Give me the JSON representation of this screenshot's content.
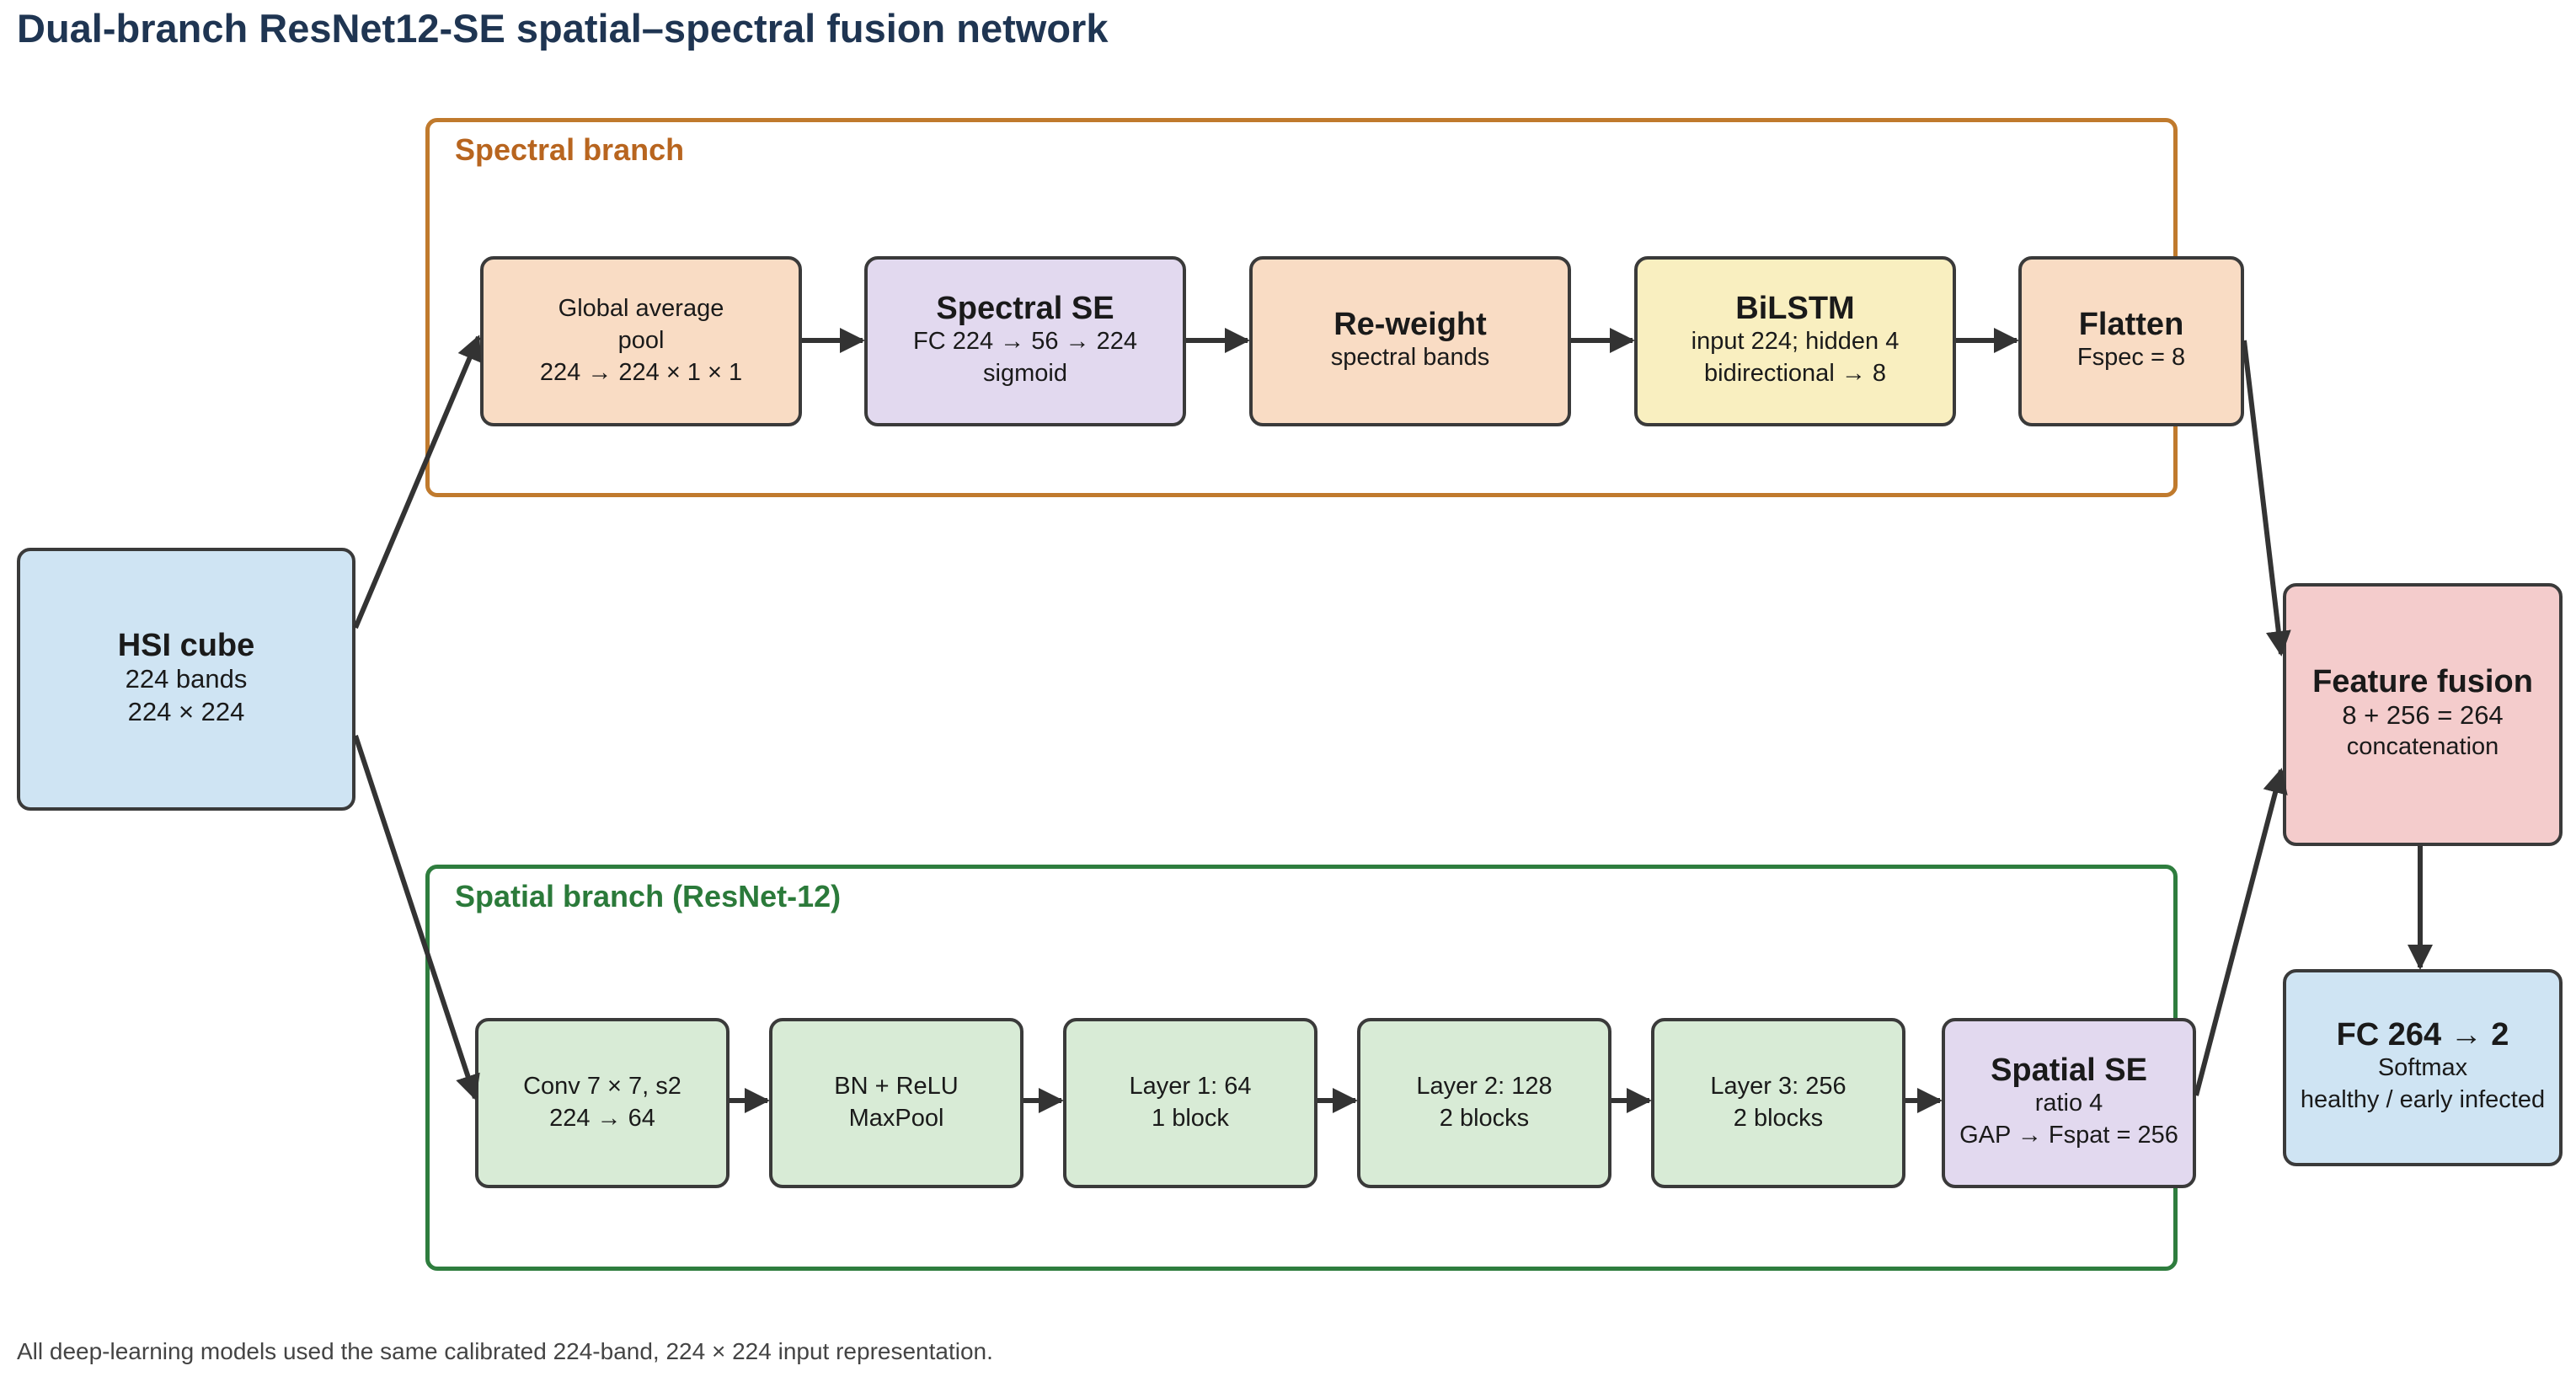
{
  "title": "Dual-branch ResNet12-SE spatial–spectral fusion network",
  "footnote": "All deep-learning models used the same calibrated 224-band, 224 × 224 input representation.",
  "input": {
    "title": "HSI cube",
    "line1": "224 bands",
    "line2": "224 × 224"
  },
  "spectral_branch": {
    "label": "Spectral branch",
    "gap": {
      "line1": "Global average",
      "line2": "pool",
      "line3": "224 → 224 × 1 × 1"
    },
    "se": {
      "title": "Spectral SE",
      "line1": "FC 224 → 56 → 224",
      "line2": "sigmoid"
    },
    "reweight": {
      "title": "Re-weight",
      "line1": "spectral bands"
    },
    "bilstm": {
      "title": "BiLSTM",
      "line1": "input 224; hidden 4",
      "line2": "bidirectional → 8"
    },
    "flatten": {
      "title": "Flatten",
      "line1": "Fspec = 8"
    }
  },
  "spatial_branch": {
    "label": "Spatial branch (ResNet-12)",
    "conv": {
      "line1": "Conv 7 × 7, s2",
      "line2": "224 → 64"
    },
    "bn": {
      "line1": "BN + ReLU",
      "line2": "MaxPool"
    },
    "layer1": {
      "line1": "Layer 1: 64",
      "line2": "1 block"
    },
    "layer2": {
      "line1": "Layer 2: 128",
      "line2": "2 blocks"
    },
    "layer3": {
      "line1": "Layer 3: 256",
      "line2": "2 blocks"
    },
    "se": {
      "title": "Spatial SE",
      "line1": "ratio 4",
      "line2": "GAP → Fspat = 256"
    }
  },
  "fusion": {
    "title": "Feature fusion",
    "line1": "8 + 256 = 264",
    "line2": "concatenation"
  },
  "output": {
    "title": "FC 264 → 2",
    "line1": "Softmax",
    "line2": "healthy / early infected"
  },
  "colors": {
    "input_fill": "#cfe4f3",
    "spectral_border": "#c07a2d",
    "spatial_border": "#2e7d3e",
    "peach_fill": "#f9dcc4",
    "lavender_fill": "#e2d9ef",
    "yellow_fill": "#f9efc0",
    "green_fill": "#d8ebd6",
    "fusion_fill": "#f4cccc",
    "output_fill": "#cfe4f3"
  }
}
